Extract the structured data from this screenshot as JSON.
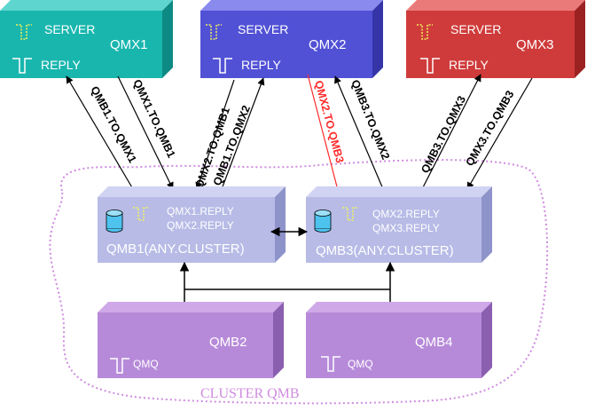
{
  "colors": {
    "qmx1": "#19b6ae",
    "qmx2": "#5151d6",
    "qmx3": "#cf3b3b",
    "qmb_full": "#b7bbe6",
    "qmb_partial": "#b68ad9",
    "cluster_border": "#d08be0",
    "highlight_channel": "#ff2a2a",
    "queue_icon": "#f2f25a"
  },
  "top_managers": [
    {
      "name": "QMX1",
      "server_label": "SERVER",
      "reply_label": "REPLY",
      "icon": "server-queue-icon"
    },
    {
      "name": "QMX2",
      "server_label": "SERVER",
      "reply_label": "REPLY",
      "icon": "server-queue-icon"
    },
    {
      "name": "QMX3",
      "server_label": "SERVER",
      "reply_label": "REPLY",
      "icon": "server-queue-icon"
    }
  ],
  "full_repositories": [
    {
      "name": "QMB1(ANY.CLUSTER)",
      "queues": [
        "QMX1.REPLY",
        "QMX2.REPLY"
      ],
      "icon": "repository-cylinder-icon"
    },
    {
      "name": "QMB3(ANY.CLUSTER)",
      "queues": [
        "QMX2.REPLY",
        "QMX3.REPLY"
      ],
      "icon": "repository-cylinder-icon"
    }
  ],
  "partial_repositories": [
    {
      "name": "QMB2",
      "queue": "QMQ"
    },
    {
      "name": "QMB4",
      "queue": "QMQ"
    }
  ],
  "channels": [
    {
      "label": "QMB1.TO.QMX1"
    },
    {
      "label": "QMX1.TO.QMB1"
    },
    {
      "label": "QMX2.TO.QMB1"
    },
    {
      "label": "QMB1.TO.QMX2"
    },
    {
      "label": "QMX2.TO.QMB3",
      "highlighted": true
    },
    {
      "label": "QMB3.TO.QMX2"
    },
    {
      "label": "QMB3.TO.QMX3"
    },
    {
      "label": "QMX3.TO.QMB3"
    }
  ],
  "cluster_label": "CLUSTER QMB"
}
